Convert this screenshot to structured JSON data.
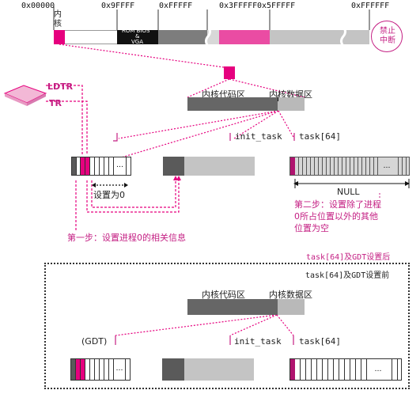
{
  "memory_bar": {
    "addresses": [
      "0x00000",
      "0x9FFFF",
      "0xFFFFF",
      "0x3FFFFF",
      "0x5FFFFF",
      "0xFFFFFF"
    ],
    "kernel_label": "内核",
    "rom_bios_label": "ROM BIOS",
    "amp_label": "&",
    "vga_label": "VGA",
    "interrupt_label": "禁止中断"
  },
  "registers": {
    "ldtr": "LDTR",
    "tr": "TR"
  },
  "upper": {
    "code_area": "内核代码区",
    "data_area": "内核数据区",
    "init_task": "init_task",
    "task_array": "task[64]",
    "set_zero": "设置为0",
    "null_label": "NULL",
    "step1": "第一步：设置进程0的相关信息",
    "step2": "第二步：设置除了进程0所占位置以外的其他位置为空",
    "after_caption": "task[64]及GDT设置后"
  },
  "lower": {
    "before_caption": "task[64]及GDT设置前",
    "code_area": "内核代码区",
    "data_area": "内核数据区",
    "gdt": "(GDT)",
    "init_task": "init_task",
    "task_array": "task[64]"
  },
  "colors": {
    "magenta": "#e6007e",
    "dark_gray": "#5a5a5a",
    "mid_gray": "#7d7d7d",
    "light_gray": "#c4c4c4",
    "light_pink": "#f3b8d6"
  }
}
